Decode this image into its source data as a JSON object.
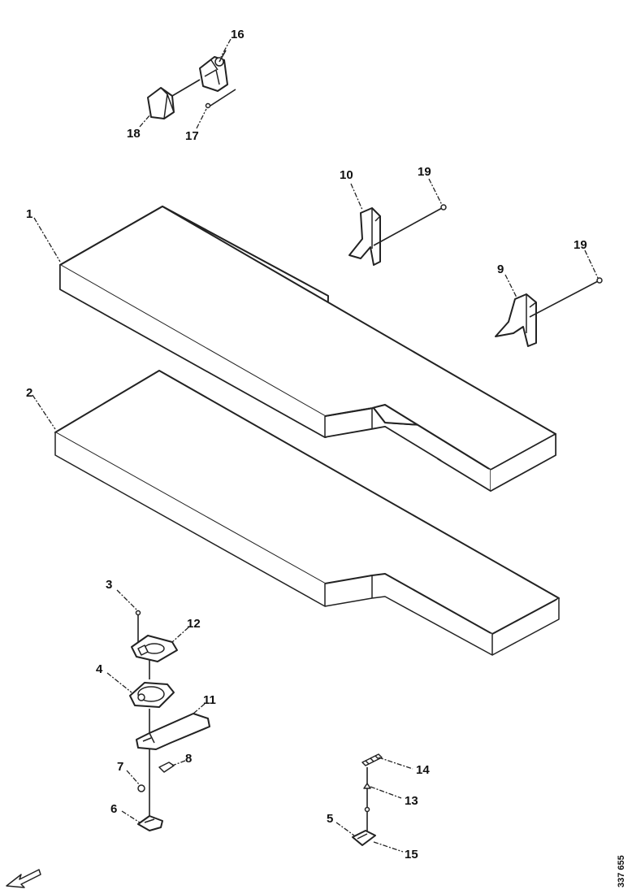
{
  "callouts": {
    "c1": "1",
    "c2": "2",
    "c3": "3",
    "c4": "4",
    "c5": "5",
    "c6": "6",
    "c7": "7",
    "c8": "8",
    "c9": "9",
    "c10": "10",
    "c11": "11",
    "c12": "12",
    "c13": "13",
    "c14": "14",
    "c15": "15",
    "c16": "16",
    "c17": "17",
    "c18": "18",
    "c19a": "19",
    "c19b": "19"
  },
  "drawing_code": "337 655",
  "icons": {
    "direction": "front-arrow-icon"
  }
}
